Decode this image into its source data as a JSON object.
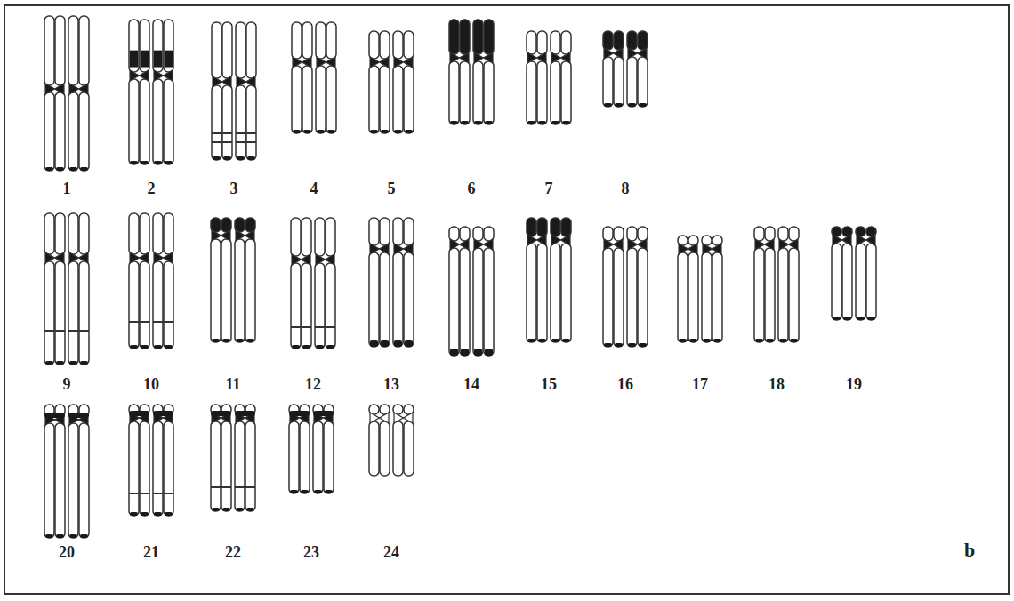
{
  "diagram": {
    "labels": [
      "1",
      "2",
      "3",
      "4",
      "5",
      "6",
      "7",
      "8",
      "9",
      "10",
      "11",
      "12",
      "13",
      "14",
      "15",
      "16",
      "17",
      "18",
      "19",
      "20",
      "21",
      "22",
      "23",
      "24",
      "b"
    ]
  }
}
